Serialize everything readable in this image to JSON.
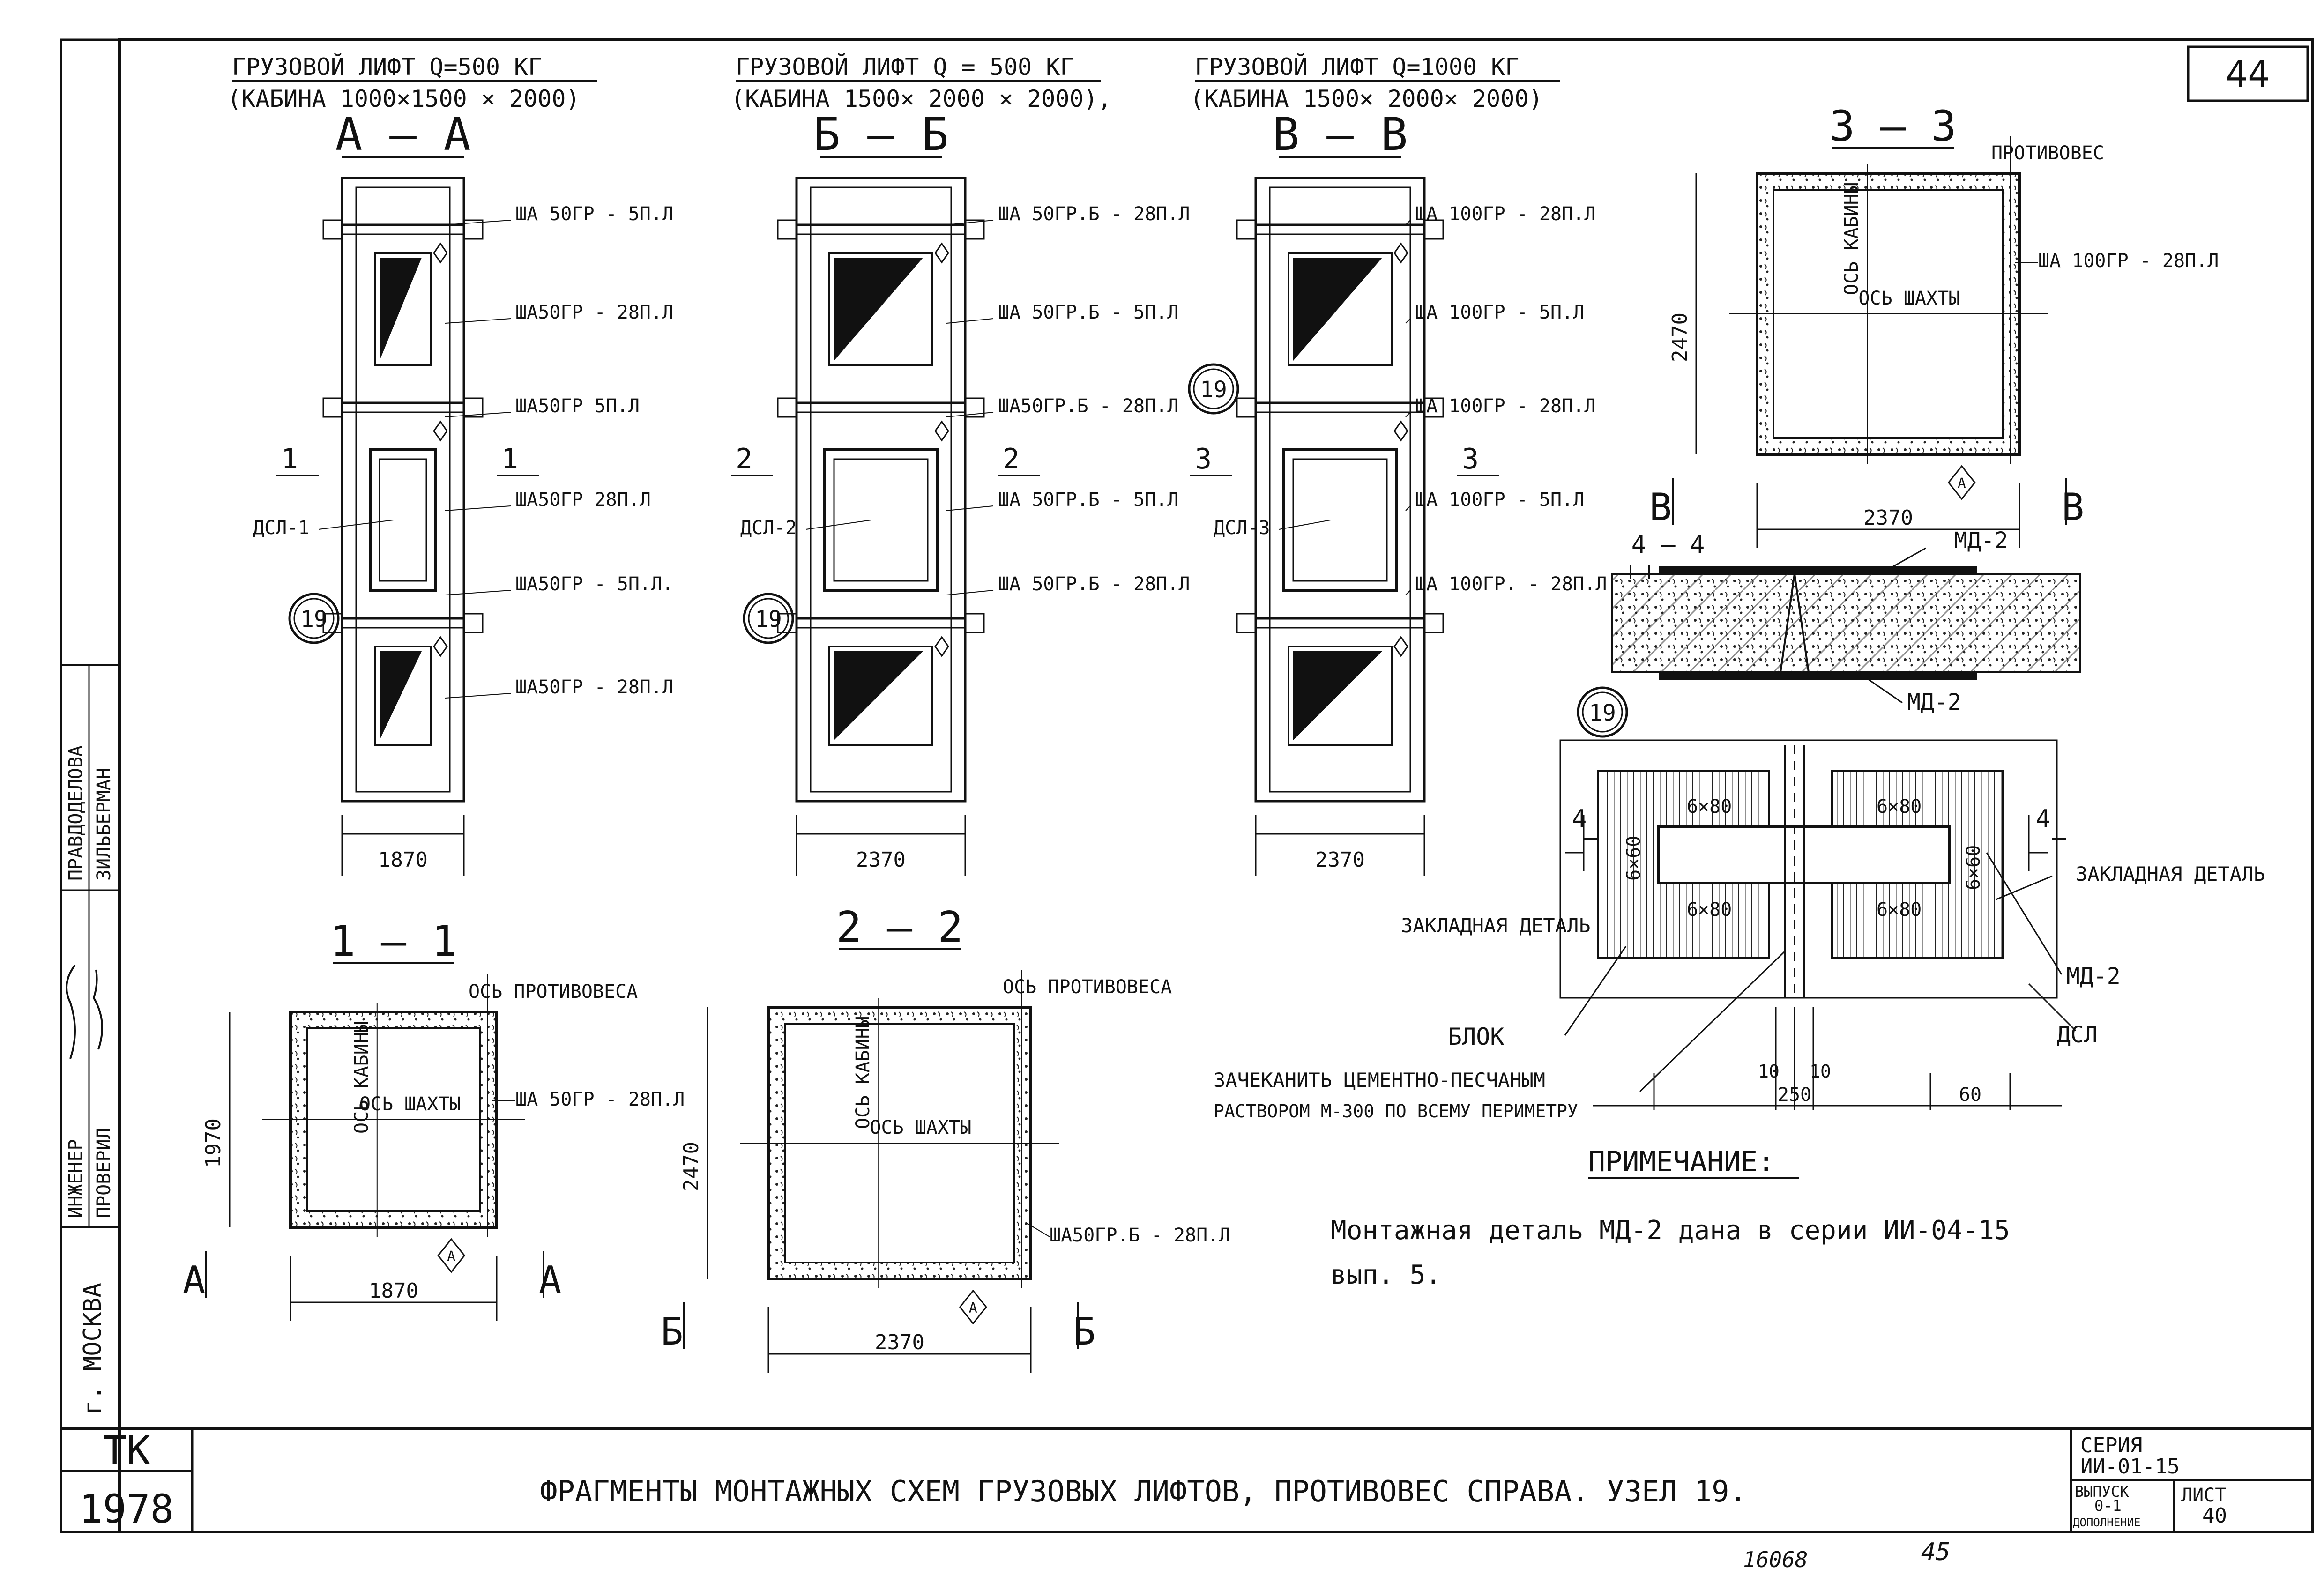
{
  "sheet": {
    "sheet_no_top": "44",
    "bottom_number": "16068",
    "bottom_page": "45"
  },
  "side_stamp": {
    "city": "г. МОСКВА",
    "engineer_label": "ИНЖЕНЕР",
    "checked_label": "ПРОВЕРИЛ",
    "name1": "ПРАВДОДЕЛОВА",
    "name2": "ЗИЛЬБЕРМАН"
  },
  "title_block": {
    "tk": "ТК",
    "year": "1978",
    "title": "ФРАГМЕНТЫ  МОНТАЖНЫХ СХЕМ ГРУЗОВЫХ ЛИФТОВ, ПРОТИВОВЕС СПРАВА. УЗЕЛ 19.",
    "series_label": "СЕРИЯ",
    "series": "ИИ-01-15",
    "issue_label": "ВЫПУСК",
    "issue_value": "0-1",
    "supplement": "ДОПОЛНЕНИЕ",
    "sheet_label": "ЛИСТ",
    "sheet_value": "40"
  },
  "elevations": [
    {
      "heading": "ГРУЗОВОЙ ЛИФТ Q=500 КГ",
      "sub": "(КАБИНА 1000×1500 × 2000)",
      "section": "А — А",
      "width_dim": "1870",
      "section_mark": "1",
      "dsl": "ДСЛ-1",
      "node": "19",
      "labels": [
        "ША 50ГР - 5П.Л",
        "ША50ГР - 28П.Л",
        "ША50ГР 5П.Л",
        "ША50ГР 28П.Л",
        "ША50ГР - 5П.Л.",
        "ША50ГР - 28П.Л"
      ]
    },
    {
      "heading": "ГРУЗОВОЙ ЛИФТ Q = 500 КГ",
      "sub": "(КАБИНА 1500× 2000 × 2000),",
      "section": "Б — Б",
      "width_dim": "2370",
      "section_mark": "2",
      "dsl": "ДСЛ-2",
      "node": "19",
      "labels": [
        "ША 50ГР.Б - 28П.Л",
        "ША 50ГР.Б - 5П.Л",
        "ША50ГР.Б - 28П.Л",
        "ША 50ГР.Б - 5П.Л",
        "ША 50ГР.Б - 28П.Л"
      ]
    },
    {
      "heading": "ГРУЗОВОЙ ЛИФТ Q=1000 КГ",
      "sub": "(КАБИНА 1500× 2000× 2000)",
      "section": "В — В",
      "width_dim": "2370",
      "section_mark": "3",
      "dsl": "ДСЛ-3",
      "node": "19",
      "labels": [
        "ША 100ГР - 28П.Л",
        "ША 100ГР - 5П.Л",
        "ША 100ГР - 28П.Л",
        "ША 100ГР - 5П.Л",
        "ША 100ГР. - 28П.Л"
      ]
    }
  ],
  "plans": [
    {
      "section": "1 — 1",
      "height_dim": "1970",
      "width_dim": "1870",
      "axis_cw": "ОСЬ ПРОТИВОВЕСА",
      "axis_cab": "ОСЬ КАБИНЫ",
      "axis_shaft": "ОСЬ ШАХТЫ",
      "panel": "ША 50ГР - 28П.Л",
      "mark_left": "А",
      "mark_right": "А",
      "diamond": "А"
    },
    {
      "section": "2 — 2",
      "height_dim": "2470",
      "width_dim": "2370",
      "axis_cw": "ОСЬ ПРОТИВОВЕСА",
      "axis_cab": "ОСЬ КАБИНЫ",
      "axis_shaft": "ОСЬ ШАХТЫ",
      "panel": "ША50ГР.Б - 28П.Л",
      "mark_left": "Б",
      "mark_right": "Б",
      "diamond": "А"
    },
    {
      "section": "3 — 3",
      "height_dim": "2470",
      "width_dim": "2370",
      "axis_cw": "ПРОТИВОВЕС",
      "axis_cab": "ОСЬ КАБИНЫ",
      "axis_shaft": "ОСЬ ШАХТЫ",
      "panel": "ША 100ГР - 28П.Л",
      "mark_left": "В",
      "mark_right": "В",
      "diamond": "А"
    }
  ],
  "node19": {
    "section44": "4 — 4",
    "md2": "МД-2",
    "md2_lower": "МД-2",
    "node": "19",
    "weld_tl": "6×80",
    "weld_tr": "6×80",
    "weld_bl": "6×80",
    "weld_br": "6×80",
    "weld_vl": "6×60",
    "weld_vr": "6×60",
    "embedded_l": "ЗАКЛАДНАЯ ДЕТАЛЬ",
    "embedded_r": "ЗАКЛАДНАЯ ДЕТАЛЬ",
    "md2_right": "МД-2",
    "block": "БЛОК",
    "dsl": "ДСЛ",
    "caulk1": "ЗАЧЕКАНИТЬ ЦЕМЕНТНО-ПЕСЧАНЫМ",
    "caulk2": "РАСТВОРОМ М-300 ПО ВСЕМУ ПЕРИМЕТРУ",
    "dim10a": "10",
    "dim10b": "10",
    "dim250": "250",
    "dim60": "60",
    "mark4": "4"
  },
  "note": {
    "title": "ПРИМЕЧАНИЕ:",
    "line1": "Монтажная деталь МД-2 дана в серии ИИ-04-15",
    "line2": "вып. 5."
  }
}
